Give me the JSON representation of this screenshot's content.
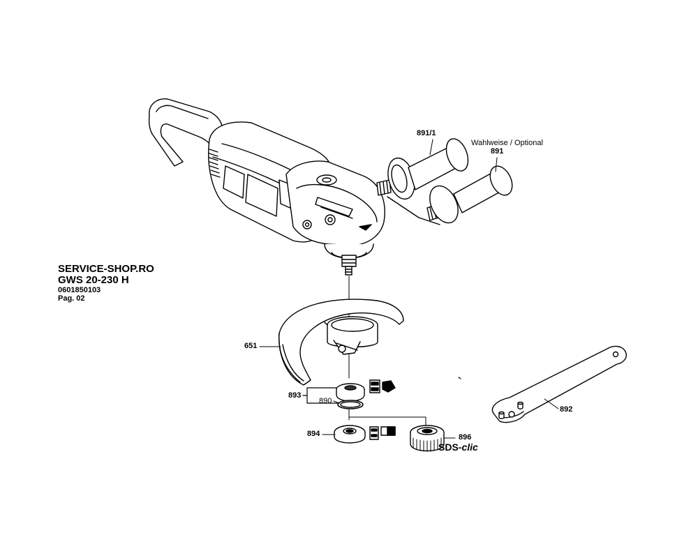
{
  "header": {
    "shop": "SERVICE-SHOP.RO",
    "model": "GWS 20-230 H",
    "part_number": "0601850103",
    "page": "Pag. 02"
  },
  "callouts": {
    "p891_1": "891/1",
    "optional_note": "Wahlweise / Optional",
    "p891": "891",
    "p651": "651",
    "p893": "893",
    "p890": "890",
    "p894": "894",
    "p896": "896",
    "p892": "892"
  },
  "sds": {
    "prefix": "SDS-",
    "suffix": "clic"
  }
}
